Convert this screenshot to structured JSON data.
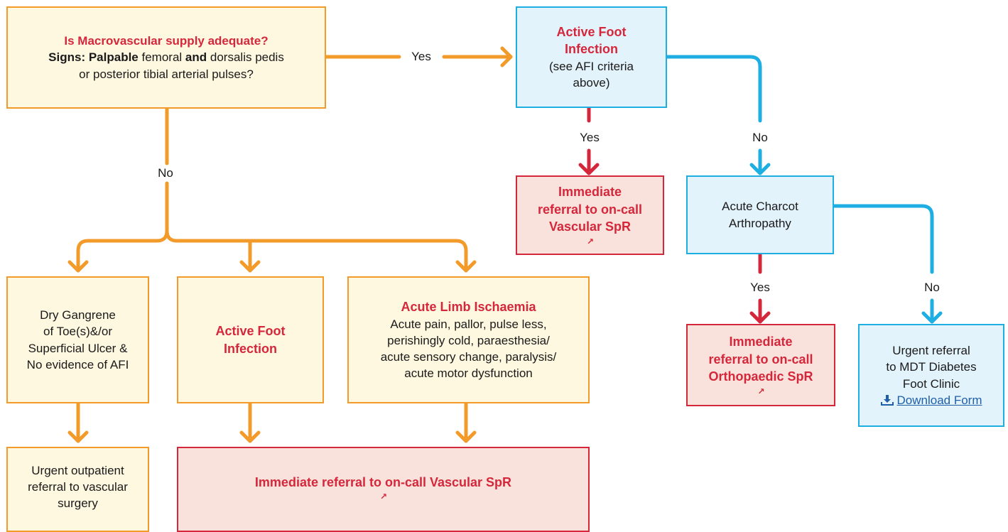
{
  "question": {
    "title": "Is Macrovascular supply adequate?",
    "signs_prefix": "Signs:",
    "palpable": "Palpable",
    "femoral": "femoral",
    "and": "and",
    "dorsalis": "dorsalis pedis",
    "line3": "or posterior tibial arterial pulses?"
  },
  "afi_top": {
    "title_1": "Active Foot",
    "title_2": "Infection",
    "line1": "(see AFI criteria",
    "line2": "above)"
  },
  "vascular_ref_top": {
    "line1": "Immediate",
    "line2": "referral to on-call",
    "line3": "Vascular SpR"
  },
  "charcot": {
    "line1": "Acute Charcot",
    "line2": "Arthropathy"
  },
  "ortho_ref": {
    "line1": "Immediate",
    "line2": "referral to on-call",
    "line3": "Orthopaedic SpR"
  },
  "mdt_ref": {
    "line1": "Urgent referral",
    "line2": "to MDT Diabetes",
    "line3": "Foot Clinic",
    "download": "Download Form"
  },
  "dry_gangrene": {
    "line1": "Dry Gangrene",
    "line2": "of Toe(s)&/or",
    "line3": "Superficial Ulcer &",
    "line4": "No evidence of AFI"
  },
  "afi_mid": {
    "line1": "Active Foot",
    "line2": "Infection"
  },
  "ischaemia": {
    "title": "Acute Limb Ischaemia",
    "line1": "Acute pain, pallor, pulse less,",
    "line2": "perishingly cold, paraesthesia/",
    "line3": "acute sensory change, paralysis/",
    "line4": "acute motor dysfunction"
  },
  "outpatient": {
    "line1": "Urgent outpatient",
    "line2": "referral to vascular",
    "line3": "surgery"
  },
  "vascular_ref_bottom": {
    "text": "Immediate referral to on-call Vascular SpR"
  },
  "edge_labels": {
    "yes_main": "Yes",
    "no_main": "No",
    "yes_afi": "Yes",
    "no_afi": "No",
    "yes_charcot": "Yes",
    "no_charcot": "No"
  },
  "colors": {
    "orange": "#f29b2a",
    "blue": "#1eaee2",
    "red": "#d5273b",
    "link": "#1f5fa8"
  },
  "icons": {
    "external_link": "external-link-icon",
    "download": "download-icon"
  }
}
